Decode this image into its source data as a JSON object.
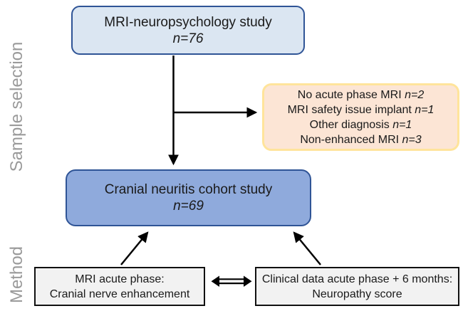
{
  "diagram": {
    "side_labels": {
      "sample_selection": "Sample selection",
      "method": "Method"
    },
    "top_box": {
      "title": "MRI-neuropsychology study",
      "n": "n=76"
    },
    "exclusion_box": {
      "items": [
        {
          "text": "No acute phase MRI ",
          "n": "n=2"
        },
        {
          "text": "MRI safety issue implant ",
          "n": "n=1"
        },
        {
          "text": "Other diagnosis ",
          "n": "n=1"
        },
        {
          "text": "Non-enhanced MRI ",
          "n": "n=3"
        }
      ]
    },
    "cohort_box": {
      "title": "Cranial neuritis cohort study",
      "n": "n=69"
    },
    "mri_box": {
      "line1": "MRI acute phase:",
      "line2": "Cranial nerve enhancement"
    },
    "clinical_box": {
      "line1": "Clinical data acute phase + 6 months:",
      "line2": "Neuropathy score"
    },
    "colors": {
      "top_box_fill": "#dbe6f2",
      "top_box_border": "#2f5496",
      "cohort_fill": "#8faadc",
      "cohort_border": "#2f5496",
      "exclusion_fill": "#fce5d5",
      "exclusion_border": "#ffe49b",
      "method_box_fill": "#f2f2f2",
      "method_box_border": "#111111",
      "side_label_gray": "#9a9a9a",
      "arrow": "#000000"
    }
  }
}
